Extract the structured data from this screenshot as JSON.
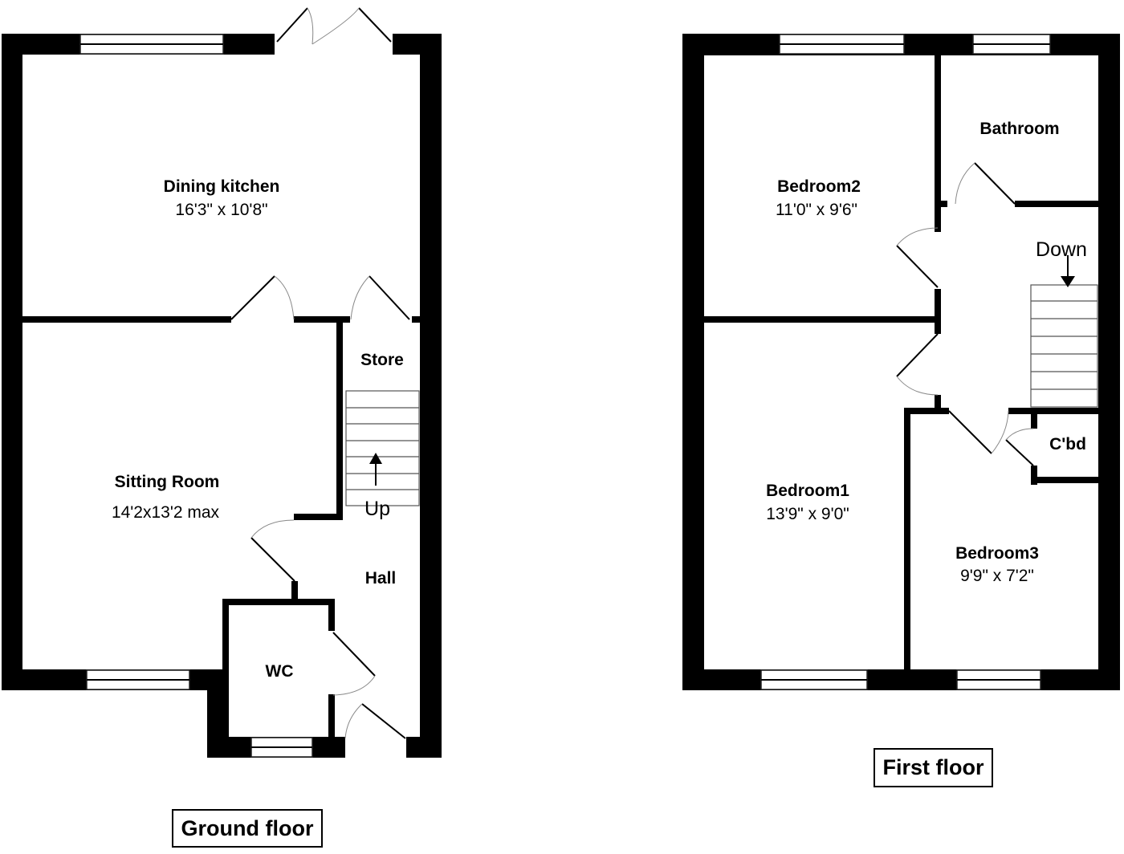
{
  "ground_floor": {
    "title": "Ground floor",
    "rooms": {
      "dining_kitchen": {
        "name": "Dining kitchen",
        "size": "16'3\" x 10'8\""
      },
      "sitting_room": {
        "name": "Sitting Room",
        "size": "14'2x13'2 max"
      },
      "store": {
        "name": "Store"
      },
      "hall": {
        "name": "Hall"
      },
      "wc": {
        "name": "WC"
      }
    },
    "stairs_label": "Up"
  },
  "first_floor": {
    "title": "First floor",
    "rooms": {
      "bedroom2": {
        "name": "Bedroom2",
        "size": "11'0\" x 9'6\""
      },
      "bathroom": {
        "name": "Bathroom"
      },
      "bedroom1": {
        "name": "Bedroom1",
        "size": "13'9\" x 9'0\""
      },
      "bedroom3": {
        "name": "Bedroom3",
        "size": "9'9\" x 7'2\""
      },
      "cupboard": {
        "name": "C'bd"
      }
    },
    "stairs_label": "Down"
  },
  "colors": {
    "wall": "#000000",
    "background": "#ffffff"
  }
}
